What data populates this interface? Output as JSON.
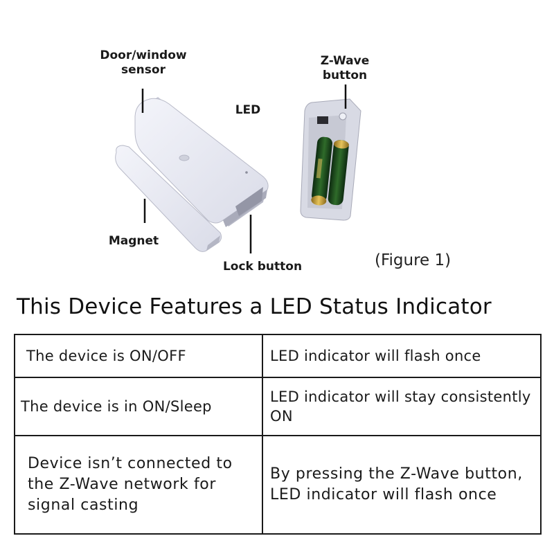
{
  "figure": {
    "labels": {
      "sensor": "Door/window\nsensor",
      "led": "LED",
      "zwave_button": "Z-Wave\nbutton",
      "magnet": "Magnet",
      "lock_button": "Lock button"
    },
    "caption": "(Figure 1)"
  },
  "heading": "This Device Features a LED Status Indicator",
  "table": {
    "rows": [
      {
        "condition": "The device is ON/OFF",
        "indication": "LED indicator will flash once"
      },
      {
        "condition": "The device is in ON/Sleep",
        "indication": "LED indicator will stay consistently ON"
      },
      {
        "condition": "Device isn’t connected to the Z-Wave network for signal casting",
        "indication": "By pressing the Z-Wave button, LED indicator will flash once"
      }
    ]
  }
}
